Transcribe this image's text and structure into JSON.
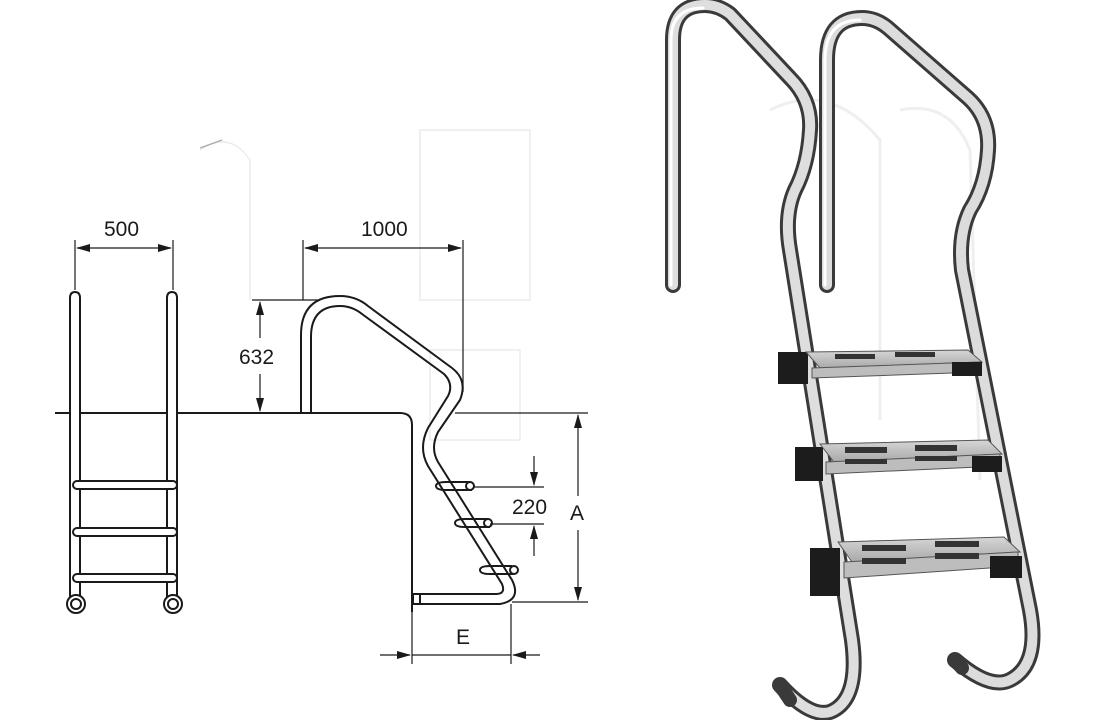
{
  "diagram": {
    "type": "technical-drawing",
    "subject": "stainless steel pool ladder",
    "dimensions": {
      "front_width": "500",
      "handrail_depth": "1000",
      "handrail_height": "632",
      "step_spacing": "220",
      "depth_label": "A",
      "offset_label": "E"
    },
    "front_view": {
      "steps": 3,
      "foot_pads": 2
    },
    "side_view": {
      "steps": 3
    },
    "photo": {
      "steps": 3,
      "handrails": 2
    }
  },
  "colors": {
    "line": "#1a1a1a",
    "steel_light": "#e8e8e8",
    "steel_dark": "#555555",
    "tread_black": "#1c1c1c",
    "background": "#ffffff"
  }
}
